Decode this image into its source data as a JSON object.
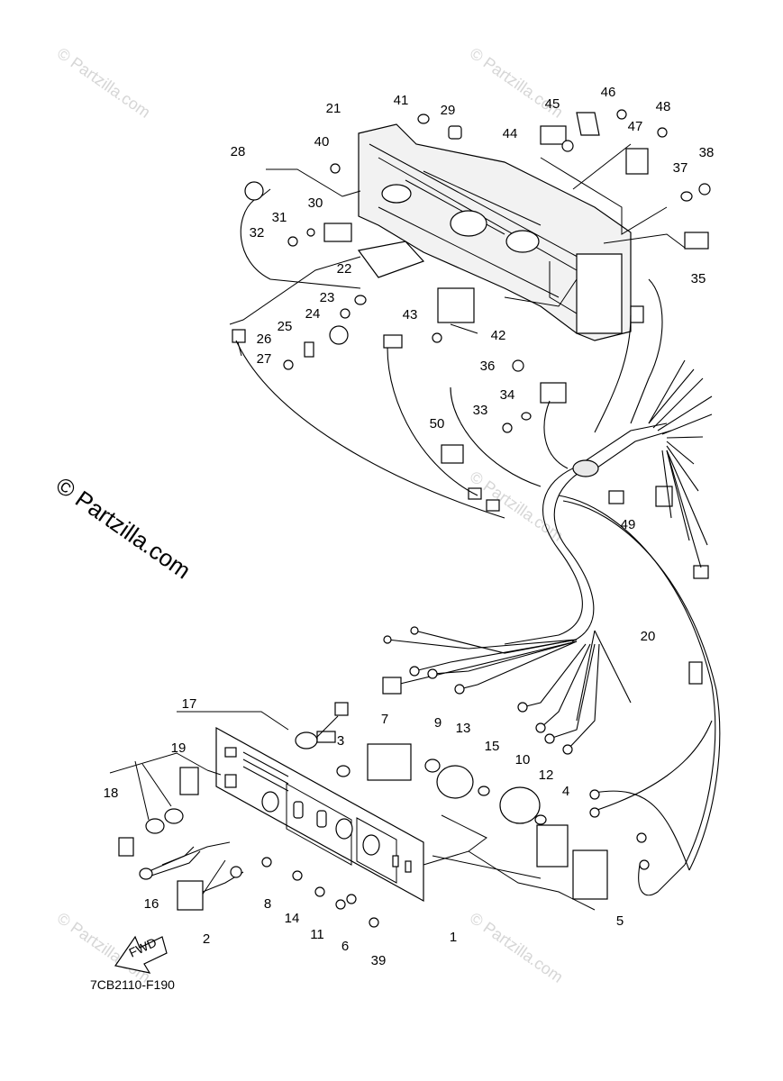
{
  "diagram_code": "7CB2110-F190",
  "watermark_small": "© Partzilla.com",
  "watermark_large": "© Partzilla.com",
  "fwd_label": "FWD",
  "callouts": [
    {
      "id": "1",
      "label": "1"
    },
    {
      "id": "2",
      "label": "2"
    },
    {
      "id": "3",
      "label": "3"
    },
    {
      "id": "4",
      "label": "4"
    },
    {
      "id": "5",
      "label": "5"
    },
    {
      "id": "6",
      "label": "6"
    },
    {
      "id": "7",
      "label": "7"
    },
    {
      "id": "8",
      "label": "8"
    },
    {
      "id": "9",
      "label": "9"
    },
    {
      "id": "10",
      "label": "10"
    },
    {
      "id": "11",
      "label": "11"
    },
    {
      "id": "12",
      "label": "12"
    },
    {
      "id": "13",
      "label": "13"
    },
    {
      "id": "14",
      "label": "14"
    },
    {
      "id": "15",
      "label": "15"
    },
    {
      "id": "16",
      "label": "16"
    },
    {
      "id": "17",
      "label": "17"
    },
    {
      "id": "18",
      "label": "18"
    },
    {
      "id": "19",
      "label": "19"
    },
    {
      "id": "20",
      "label": "20"
    },
    {
      "id": "21",
      "label": "21"
    },
    {
      "id": "22",
      "label": "22"
    },
    {
      "id": "23",
      "label": "23"
    },
    {
      "id": "24",
      "label": "24"
    },
    {
      "id": "25",
      "label": "25"
    },
    {
      "id": "26",
      "label": "26"
    },
    {
      "id": "27",
      "label": "27"
    },
    {
      "id": "28",
      "label": "28"
    },
    {
      "id": "29",
      "label": "29"
    },
    {
      "id": "30",
      "label": "30"
    },
    {
      "id": "31",
      "label": "31"
    },
    {
      "id": "32",
      "label": "32"
    },
    {
      "id": "33",
      "label": "33"
    },
    {
      "id": "34",
      "label": "34"
    },
    {
      "id": "35",
      "label": "35"
    },
    {
      "id": "36",
      "label": "36"
    },
    {
      "id": "37",
      "label": "37"
    },
    {
      "id": "38",
      "label": "38"
    },
    {
      "id": "39",
      "label": "39"
    },
    {
      "id": "40",
      "label": "40"
    },
    {
      "id": "41",
      "label": "41"
    },
    {
      "id": "42",
      "label": "42"
    },
    {
      "id": "43",
      "label": "43"
    },
    {
      "id": "44",
      "label": "44"
    },
    {
      "id": "45",
      "label": "45"
    },
    {
      "id": "46",
      "label": "46"
    },
    {
      "id": "47",
      "label": "47"
    },
    {
      "id": "48",
      "label": "48"
    },
    {
      "id": "49",
      "label": "49"
    },
    {
      "id": "50",
      "label": "50"
    }
  ]
}
